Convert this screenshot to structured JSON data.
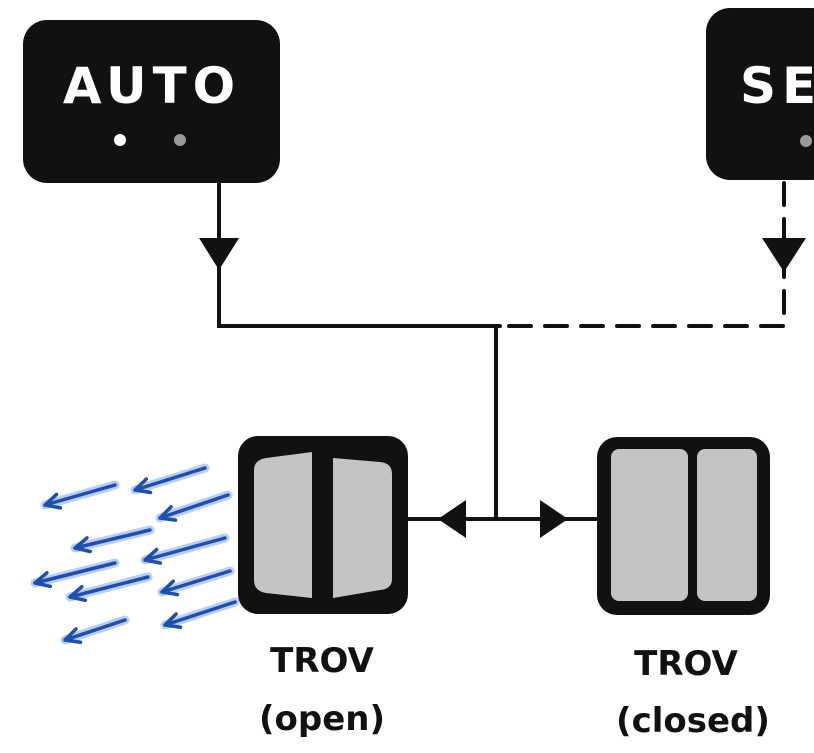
{
  "panels": {
    "auto": {
      "label": "AUTO",
      "led_on": "#ffffff",
      "led_off": "#9a9a9a"
    },
    "second": {
      "label": "SE",
      "led_off": "#9a9a9a"
    }
  },
  "valves": {
    "open": {
      "name": "TROV",
      "state": "(open)"
    },
    "closed": {
      "name": "TROV",
      "state": "(closed)"
    }
  },
  "colors": {
    "ink": "#111111",
    "valve_fill": "#c4c4c4",
    "airflow": "#1f4fa8",
    "airflow_glow": "#9db8ee"
  },
  "icons": {
    "signal_arrow": "downward-triangle-arrow",
    "valve_arrow": "sideways-triangle-arrow",
    "airflow": "left-pointing-arrow"
  }
}
